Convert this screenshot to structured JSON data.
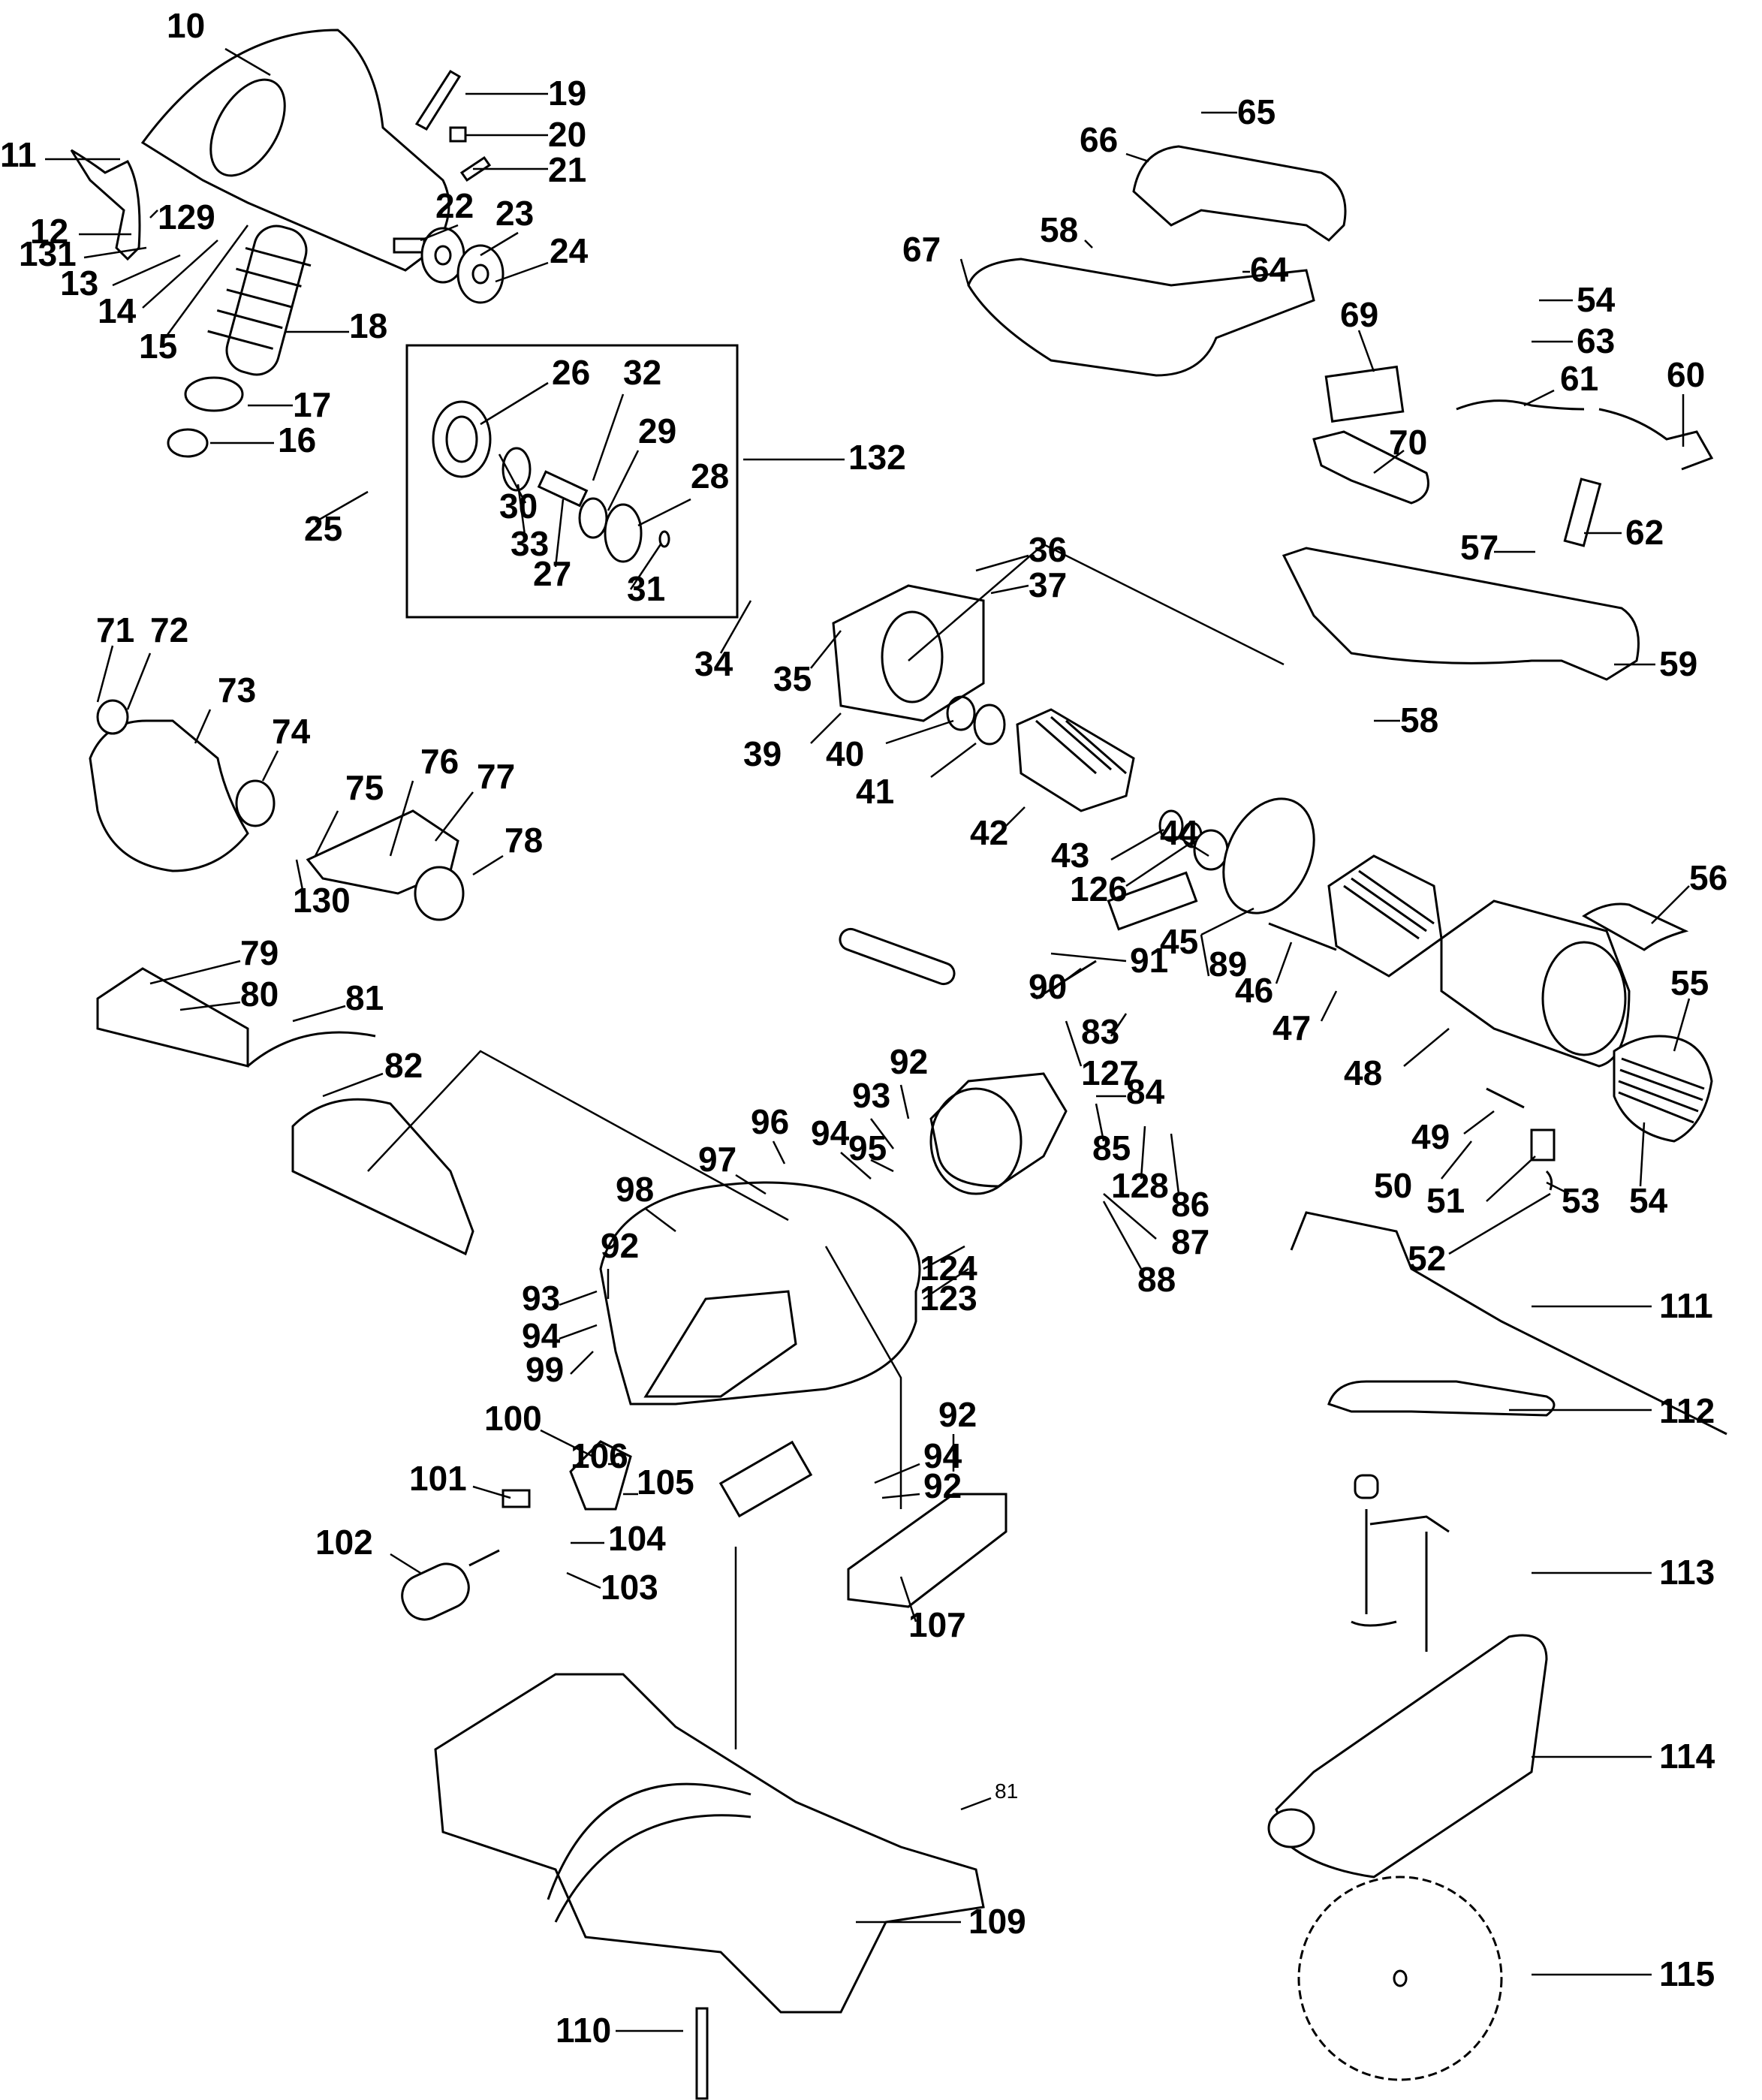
{
  "diagram": {
    "type": "exploded-parts-diagram",
    "subject": "miter saw",
    "labels": [
      "10",
      "11",
      "12",
      "131",
      "13",
      "14",
      "15",
      "18",
      "17",
      "16",
      "25",
      "19",
      "20",
      "21",
      "22",
      "23",
      "24",
      "129",
      "26",
      "32",
      "29",
      "28",
      "30",
      "33",
      "27",
      "31",
      "132",
      "65",
      "66",
      "58",
      "67",
      "64",
      "54",
      "63",
      "69",
      "61",
      "60",
      "70",
      "62",
      "57",
      "59",
      "58",
      "36",
      "37",
      "34",
      "35",
      "39",
      "40",
      "41",
      "42",
      "43",
      "126",
      "44",
      "45",
      "56",
      "55",
      "46",
      "47",
      "48",
      "49",
      "50",
      "51",
      "52",
      "53",
      "54",
      "71",
      "72",
      "73",
      "74",
      "75",
      "76",
      "77",
      "78",
      "130",
      "79",
      "80",
      "81",
      "82",
      "91",
      "89",
      "90",
      "83",
      "127",
      "84",
      "85",
      "128",
      "86",
      "87",
      "88",
      "92",
      "93",
      "94",
      "95",
      "96",
      "97",
      "98",
      "124",
      "123",
      "92",
      "93",
      "94",
      "99",
      "100",
      "106",
      "94",
      "105",
      "92",
      "101",
      "104",
      "102",
      "103",
      "92",
      "107",
      "111",
      "112",
      "113",
      "114",
      "115",
      "109",
      "110",
      "81"
    ]
  }
}
